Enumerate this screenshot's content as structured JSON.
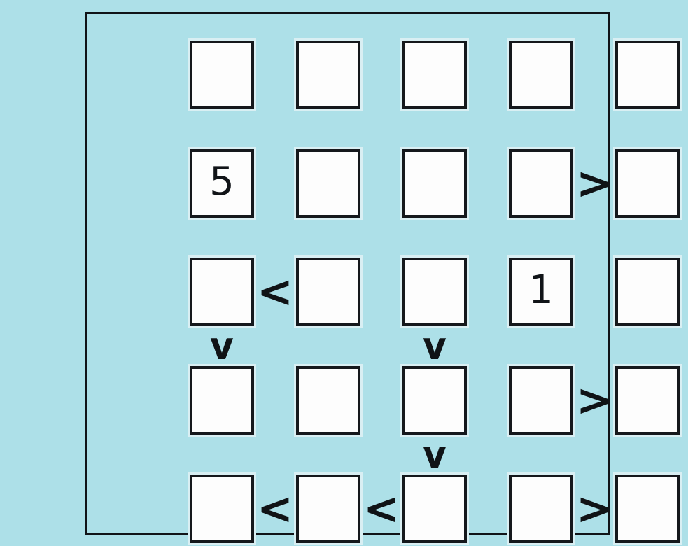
{
  "puzzle": {
    "type": "futoshiki",
    "rows": 5,
    "columns": 5,
    "background_color": "#ade0e8",
    "cell_fill_color": "#fdfdfd",
    "line_color": "#111418",
    "cells": [
      [
        {
          "value": ""
        },
        {
          "value": ""
        },
        {
          "value": ""
        },
        {
          "value": ""
        },
        {
          "value": ""
        }
      ],
      [
        {
          "value": "5"
        },
        {
          "value": ""
        },
        {
          "value": ""
        },
        {
          "value": ""
        },
        {
          "value": ""
        }
      ],
      [
        {
          "value": ""
        },
        {
          "value": ""
        },
        {
          "value": ""
        },
        {
          "value": "1"
        },
        {
          "value": ""
        }
      ],
      [
        {
          "value": ""
        },
        {
          "value": ""
        },
        {
          "value": ""
        },
        {
          "value": ""
        },
        {
          "value": ""
        }
      ],
      [
        {
          "value": ""
        },
        {
          "value": ""
        },
        {
          "value": ""
        },
        {
          "value": ""
        },
        {
          "value": ""
        }
      ]
    ],
    "horizontal_signs": [
      [
        "",
        "",
        "",
        ""
      ],
      [
        "",
        "",
        "",
        ">"
      ],
      [
        "<",
        "",
        "",
        ""
      ],
      [
        "",
        "",
        "",
        ">"
      ],
      [
        "<",
        "<",
        "",
        ">"
      ]
    ],
    "vertical_signs": [
      [
        "",
        "",
        "",
        "",
        ""
      ],
      [
        "",
        "",
        "",
        "",
        ""
      ],
      [
        "v",
        "",
        "v",
        "",
        ""
      ],
      [
        "",
        "",
        "v",
        "",
        ""
      ]
    ],
    "given_clues": [
      {
        "row": 2,
        "column": 1,
        "value": "5"
      },
      {
        "row": 3,
        "column": 4,
        "value": "1"
      }
    ],
    "constraint_list": [
      {
        "kind": "horizontal",
        "row": 2,
        "between_columns": [
          4,
          5
        ],
        "sign": ">"
      },
      {
        "kind": "horizontal",
        "row": 3,
        "between_columns": [
          1,
          2
        ],
        "sign": "<"
      },
      {
        "kind": "horizontal",
        "row": 4,
        "between_columns": [
          4,
          5
        ],
        "sign": ">"
      },
      {
        "kind": "horizontal",
        "row": 5,
        "between_columns": [
          1,
          2
        ],
        "sign": "<"
      },
      {
        "kind": "horizontal",
        "row": 5,
        "between_columns": [
          2,
          3
        ],
        "sign": "<"
      },
      {
        "kind": "horizontal",
        "row": 5,
        "between_columns": [
          4,
          5
        ],
        "sign": ">"
      },
      {
        "kind": "vertical",
        "column": 1,
        "between_rows": [
          3,
          4
        ],
        "sign": "v"
      },
      {
        "kind": "vertical",
        "column": 3,
        "between_rows": [
          3,
          4
        ],
        "sign": "v"
      },
      {
        "kind": "vertical",
        "column": 3,
        "between_rows": [
          4,
          5
        ],
        "sign": "v"
      }
    ]
  }
}
